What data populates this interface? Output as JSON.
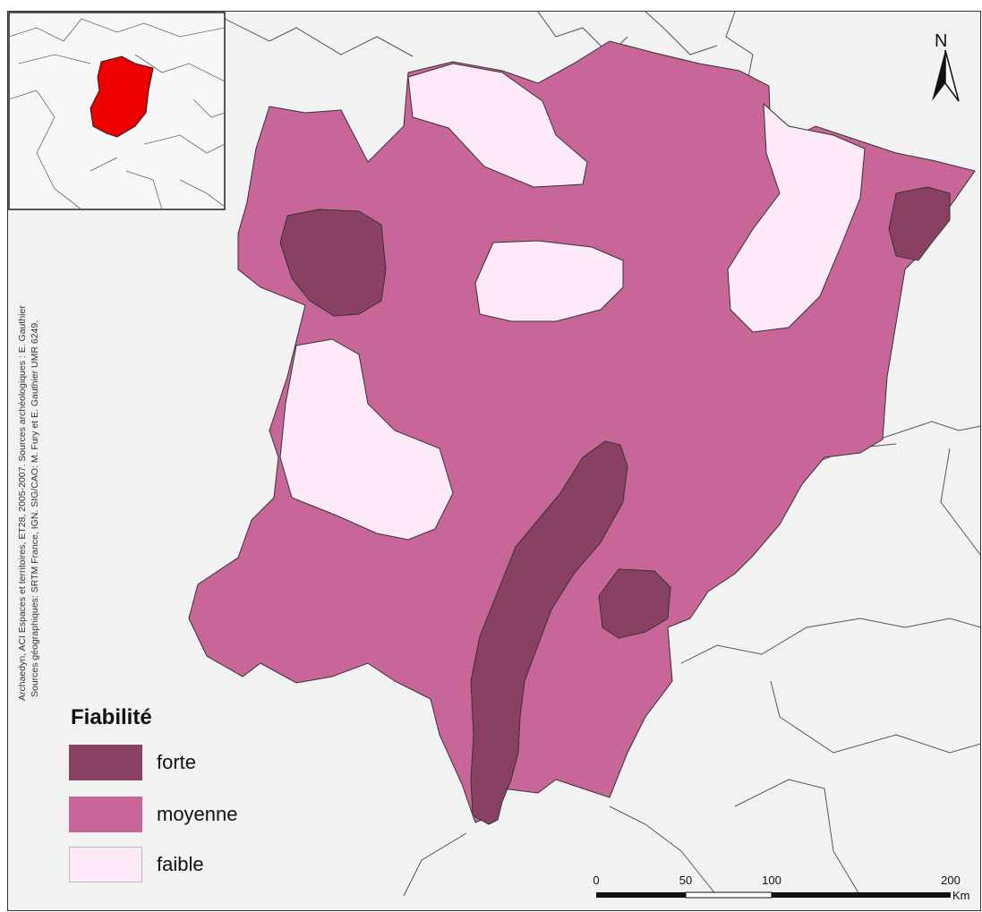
{
  "credits": {
    "line1": "Archaedyn, ACI Espaces et territoires, ET28, 2005-2007. Sources archéologiques : E. Gauthier",
    "line2": "Sources géographiques: SRTM France, IGN. SIG/CAO: M. Fury et E. Gauthier UMR 6249."
  },
  "legend": {
    "title": "Fiabilité",
    "items": [
      {
        "label": "forte",
        "color": "#8a4063"
      },
      {
        "label": "moyenne",
        "color": "#c86699"
      },
      {
        "label": "faible",
        "color": "#fde9f7"
      }
    ]
  },
  "north_arrow": {
    "label": "N"
  },
  "scale_bar": {
    "ticks": [
      "0",
      "50",
      "100",
      "200"
    ],
    "unit": "Km"
  },
  "colors": {
    "background": "#f2f2f2",
    "border_lines": "#444444",
    "inset_highlight": "#ee0000"
  }
}
